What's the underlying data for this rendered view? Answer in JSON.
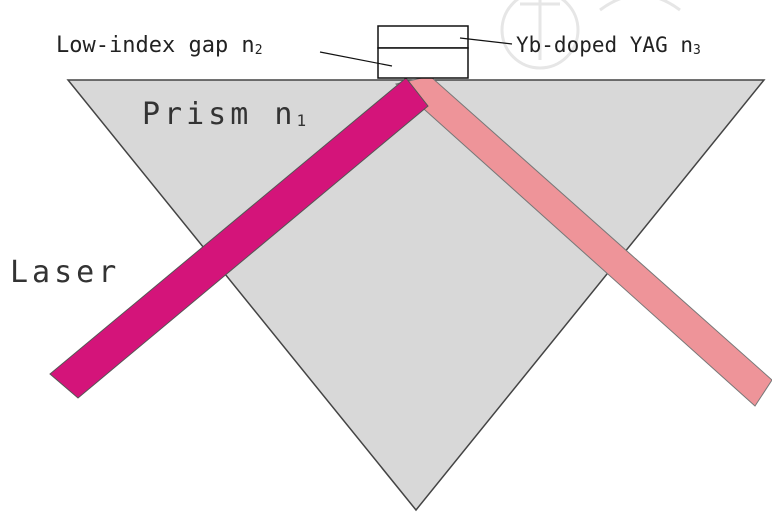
{
  "labels": {
    "gap": "Low-index gap n",
    "gap_sub": "2",
    "crystal": "Yb-doped YAG n",
    "crystal_sub": "3",
    "prism": "Prism n",
    "prism_sub": "1",
    "laser": "Laser"
  },
  "colors": {
    "prism_fill": "#d8d8d8",
    "incident_beam": "#d4147a",
    "reflected_beam": "#ee9499",
    "outline": "#222222"
  }
}
